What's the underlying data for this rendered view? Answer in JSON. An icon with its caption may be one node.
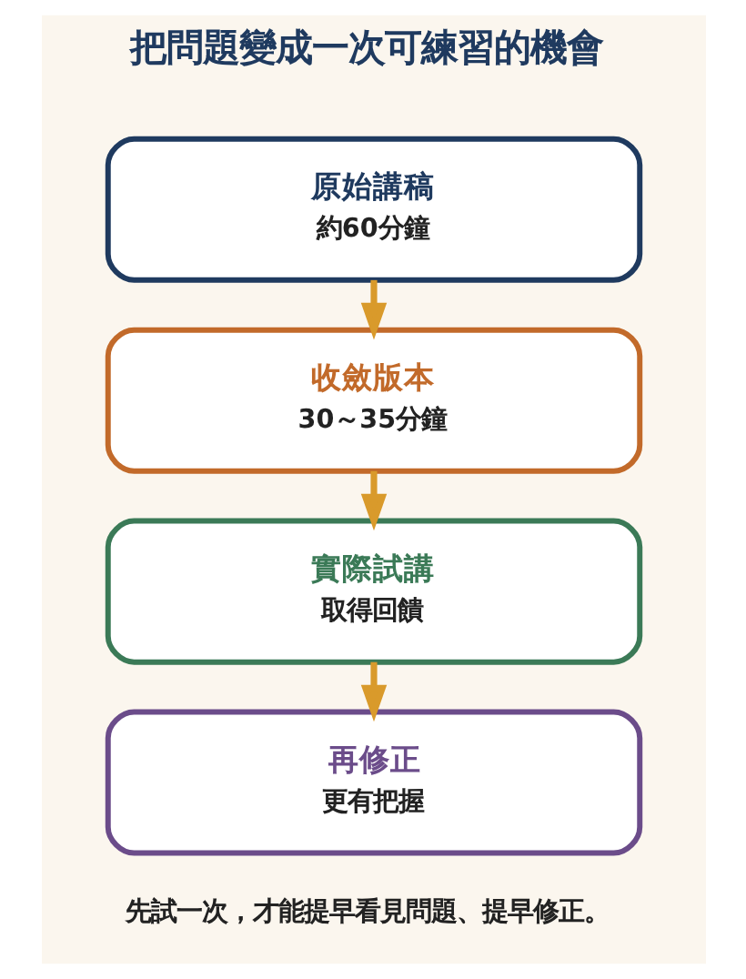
{
  "diagram": {
    "title": "把問題變成一次可練習的機會",
    "caption": "先試一次，才能提早看見問題、提早修正。",
    "nodes": [
      {
        "text": [
          "原始講稿",
          "約60分鐘"
        ]
      },
      {
        "text": [
          "收斂版本",
          "30～35分鐘"
        ]
      },
      {
        "text": [
          "實際試講",
          "取得回饋"
        ]
      },
      {
        "text": [
          "再修正",
          "更有把握"
        ]
      }
    ],
    "edges": [
      {
        "from": 0,
        "to": 1,
        "arrow": "to"
      },
      {
        "from": 1,
        "to": 2,
        "arrow": "to"
      },
      {
        "from": 2,
        "to": 3,
        "arrow": "to"
      }
    ]
  }
}
